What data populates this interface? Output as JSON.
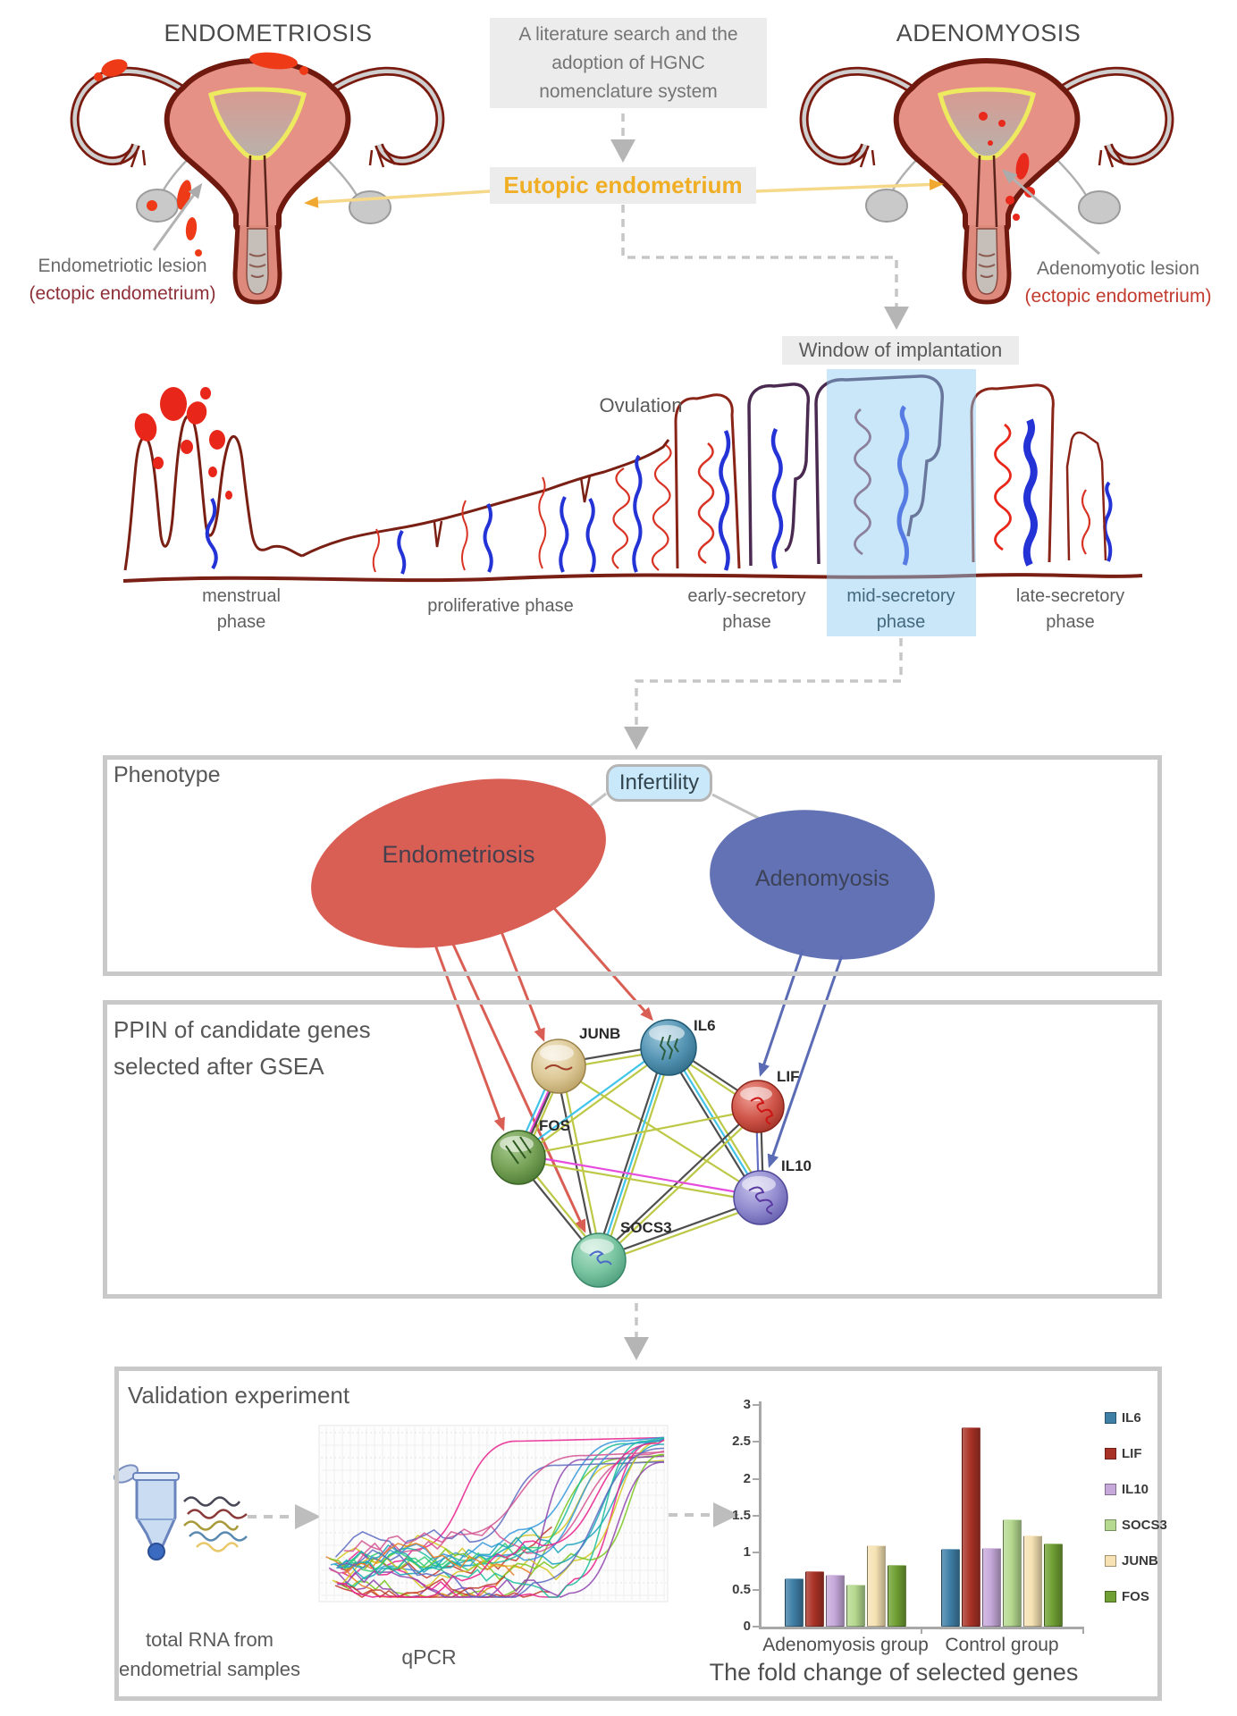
{
  "top": {
    "left_title": "ENDOMETRIOSIS",
    "right_title": "ADENOMYOSIS",
    "literature_lines": [
      "A literature search and the",
      "adoption of HGNC",
      "nomenclature system"
    ],
    "eutopic_label": "Eutopic endometrium",
    "left_lesion": {
      "line1": "Endometriotic lesion",
      "line2": "(ectopic endometrium)"
    },
    "right_lesion": {
      "line1": "Adenomyotic lesion",
      "line2": "(ectopic endometrium)"
    }
  },
  "cycle": {
    "window_label": "Window of implantation",
    "ovulation_label": "Ovulation",
    "phases": [
      {
        "line1": "menstrual",
        "line2": "phase",
        "highlighted": false
      },
      {
        "line1": "proliferative phase",
        "line2": "",
        "highlighted": false
      },
      {
        "line1": "early-secretory",
        "line2": "phase",
        "highlighted": false
      },
      {
        "line1": "mid-secretory",
        "line2": "phase",
        "highlighted": true
      },
      {
        "line1": "late-secretory",
        "line2": "phase",
        "highlighted": false
      }
    ]
  },
  "phenotype": {
    "title": "Phenotype",
    "infertility_label": "Infertility",
    "left_ellipse": "Endometriosis",
    "right_ellipse": "Adenomyosis"
  },
  "ppin": {
    "title_line1": "PPIN of candidate genes",
    "title_line2": "selected after GSEA",
    "nodes": [
      {
        "label": "JUNB",
        "color": "#d9c48e"
      },
      {
        "label": "IL6",
        "color": "#4f93b2"
      },
      {
        "label": "LIF",
        "color": "#cc4a3d"
      },
      {
        "label": "FOS",
        "color": "#6f9e52"
      },
      {
        "label": "IL10",
        "color": "#8e88cc"
      },
      {
        "label": "SOCS3",
        "color": "#6fbf9b"
      }
    ],
    "edge_colors": {
      "olive": "#b8c437",
      "dark": "#3f3f3f",
      "cyan": "#30bfe8",
      "magenta": "#e53ddb",
      "blue": "#5566c0"
    }
  },
  "validation": {
    "title": "Validation experiment",
    "rna_line1": "total RNA from",
    "rna_line2": "endometrial samples",
    "qpcr_label": "qPCR",
    "qpcr_palette": [
      "#c0392b",
      "#e91e8c",
      "#d4c520",
      "#7ac520",
      "#2ecc71",
      "#17a2b8",
      "#3498db",
      "#8e44ad",
      "#e67e22",
      "#1abc9c",
      "#d35490",
      "#5b6abf"
    ]
  },
  "chart_data": {
    "type": "bar",
    "title": "The fold change of selected genes",
    "categories": [
      "Adenomyosis group",
      "Control group"
    ],
    "series": [
      {
        "name": "IL6",
        "color": "#3f7fa6",
        "values": [
          0.65,
          1.05
        ]
      },
      {
        "name": "LIF",
        "color": "#a93226",
        "values": [
          0.75,
          2.7
        ]
      },
      {
        "name": "IL10",
        "color": "#c6a9da",
        "values": [
          0.7,
          1.07
        ]
      },
      {
        "name": "SOCS3",
        "color": "#b5d98f",
        "values": [
          0.57,
          1.45
        ]
      },
      {
        "name": "JUNB",
        "color": "#f6e2b3",
        "values": [
          1.1,
          1.23
        ]
      },
      {
        "name": "FOS",
        "color": "#70a033",
        "values": [
          0.83,
          1.12
        ]
      }
    ],
    "xlabel": "",
    "ylabel": "",
    "ylim": [
      0,
      3
    ],
    "yticks": [
      0,
      0.5,
      1,
      1.5,
      2,
      2.5,
      3
    ],
    "legend_position": "right",
    "grid": false
  },
  "colors": {
    "eutopic_text": "#f0ae24",
    "window_highlight": "#8ecdf0",
    "endometriosis_fill": "#d95f55",
    "adenomyosis_fill": "#6272b5",
    "red_connector": "#d95f55",
    "blue_connector": "#5b6cb5",
    "dashed_arrow": "#c6c6c6",
    "box_border": "#c9c9c9",
    "uterus_outline": "#701a0f",
    "lesion_red": "#e8271a",
    "gland_red": "#d83325",
    "vessel_blue": "#2433d6"
  }
}
